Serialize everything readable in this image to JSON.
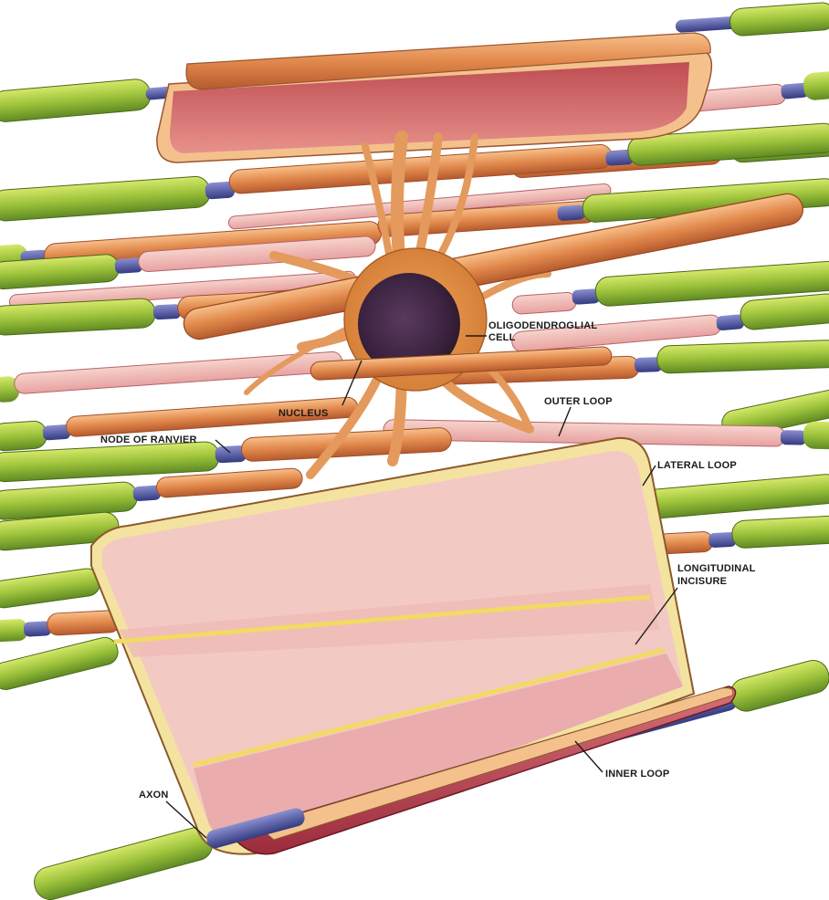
{
  "labels": {
    "oligodendroglial_line1": "OLIGODENDROGLIAL",
    "oligodendroglial_line2": "CELL",
    "nucleus": "NUCLEUS",
    "outer_loop": "OUTER LOOP",
    "node_of_ranvier": "NODE OF RANVIER",
    "lateral_loop": "LATERAL LOOP",
    "longitudinal_line1": "LONGITUDINAL",
    "longitudinal_line2": "INCISURE",
    "inner_loop": "INNER LOOP",
    "axon": "AXON"
  },
  "colors": {
    "myelin_green": "#9cc23a",
    "node_blue": "#4a4f9a",
    "process_orange": "#e39a5c",
    "sheath_pink": "#f0c6c0",
    "sheath_dark": "#c0505a",
    "nucleus_purple": "#3b2340"
  }
}
